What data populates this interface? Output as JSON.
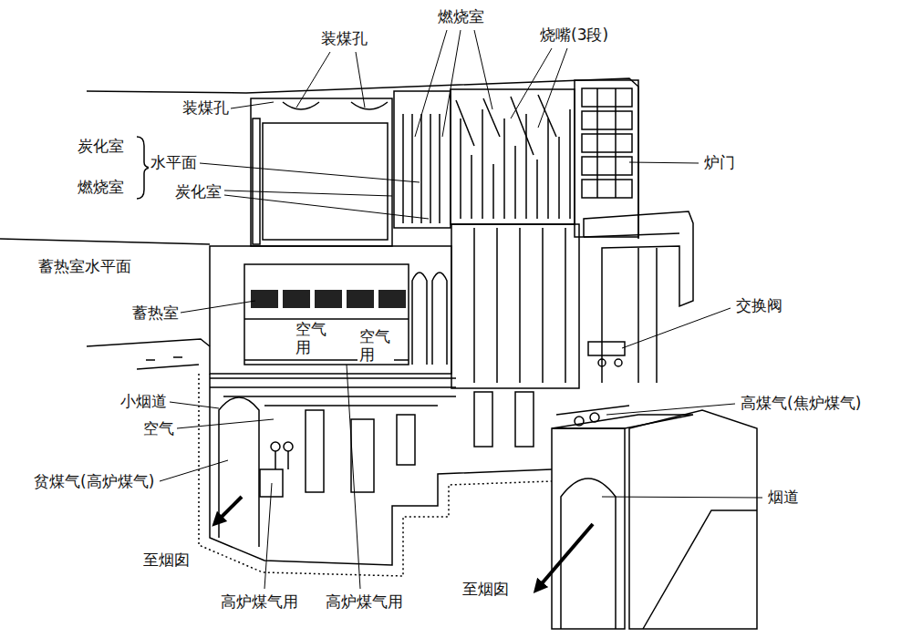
{
  "diagram": {
    "labels": [
      "装煤孔",
      "燃烧室",
      "烧嘴(3段)",
      "装煤孔",
      "炭化室",
      "燃烧室",
      "水平面",
      "炭化室",
      "炉门",
      "蓄热室水平面",
      "蓄热室",
      "空气用",
      "空气用",
      "交换阀",
      "小烟道",
      "空气",
      "高煤气(焦炉煤气)",
      "贫煤气(高炉煤气)",
      "烟道",
      "至烟囱",
      "至烟囱",
      "高炉煤气用",
      "高炉煤气用"
    ]
  }
}
